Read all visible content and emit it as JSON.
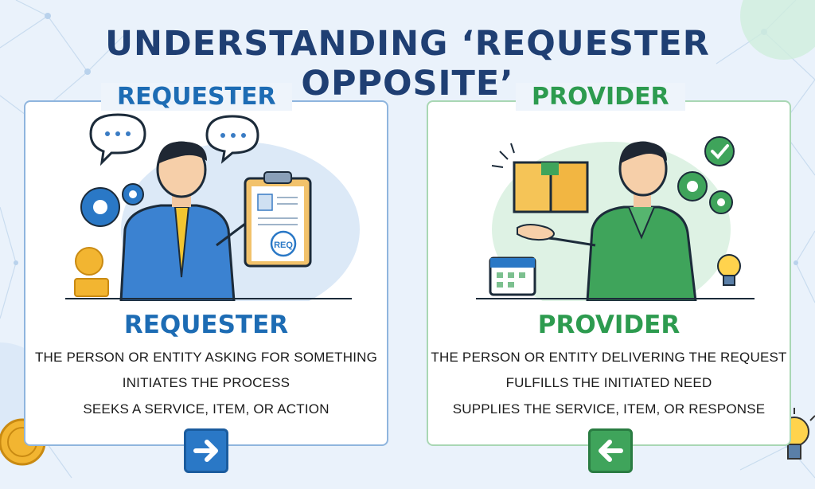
{
  "title": "UNDERSTANDING ‘REQUESTER OPPOSITE’",
  "requester": {
    "header": "REQUESTER",
    "heading": "REQUESTER",
    "lines": [
      "THE PERSON OR ENTITY ASKING FOR SOMETHING",
      "INITIATES THE PROCESS",
      "SEEKS A SERVICE, ITEM, OR ACTION"
    ],
    "badge": "REQ",
    "color": "#1d6cb4",
    "arrow_icon": "arrow-right-icon"
  },
  "provider": {
    "header": "PROVIDER",
    "heading": "PROVIDER",
    "lines": [
      "THE PERSON OR ENTITY DELIVERING THE REQUEST",
      "FULFILLS THE INITIATED NEED",
      "SUPPLIES THE SERVICE, ITEM, OR RESPONSE"
    ],
    "color": "#2d9b4f",
    "arrow_icon": "arrow-left-icon"
  }
}
